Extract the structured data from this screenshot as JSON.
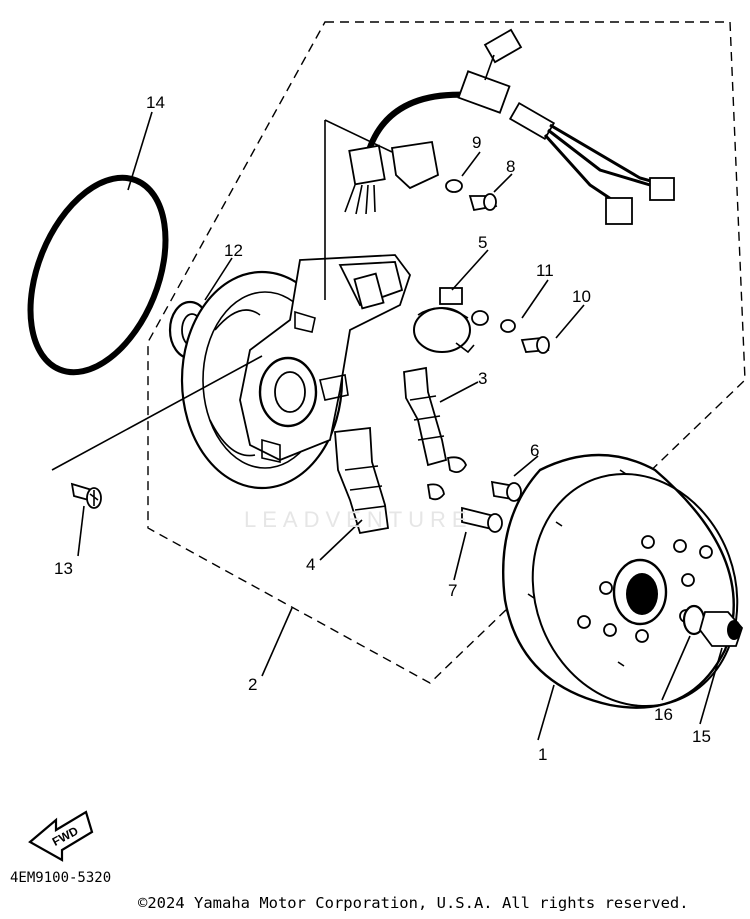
{
  "diagram": {
    "callouts": [
      "1",
      "2",
      "3",
      "4",
      "5",
      "6",
      "7",
      "8",
      "9",
      "10",
      "11",
      "12",
      "13",
      "14",
      "15",
      "16"
    ],
    "fwd_label": "FWD",
    "catalog_number": "4EM9100-5320",
    "watermark": "LEADVENTURE",
    "copyright": "©2024 Yamaha Motor Corporation, U.S.A. All rights reserved."
  }
}
